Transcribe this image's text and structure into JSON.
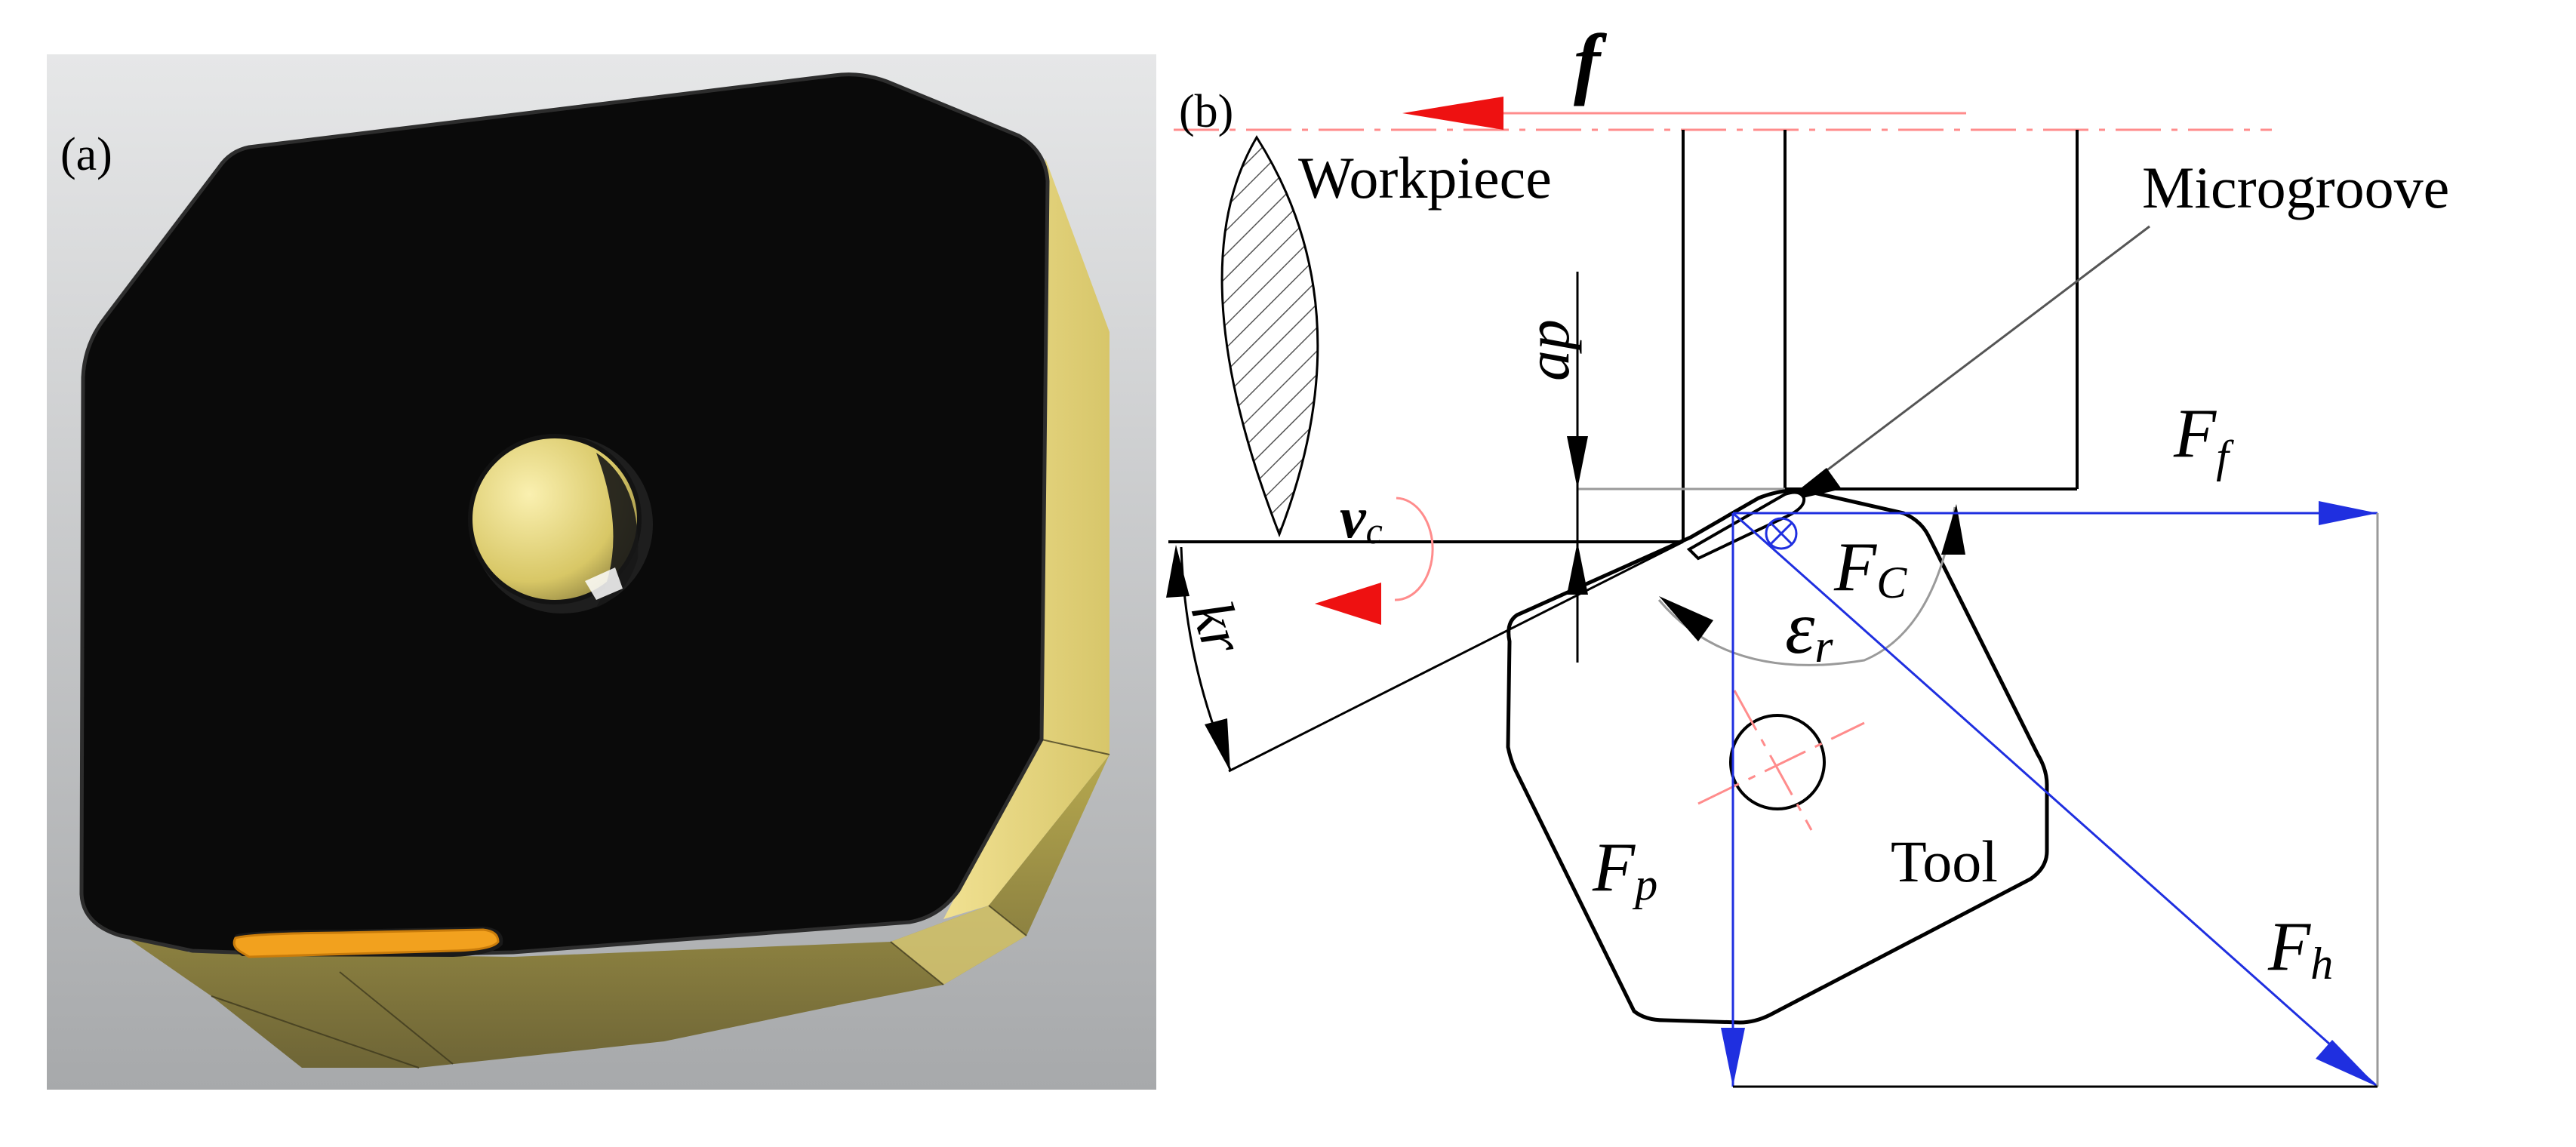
{
  "panel_a": {
    "label": "(a)",
    "colors": {
      "background_light": "#e6e7e8",
      "background_dark": "#a7a9ab",
      "top_face": "#0a0a0a",
      "side_light": "#f1e192",
      "side_mid": "#d7c66a",
      "side_dark": "#6e6536",
      "microgroove": "#f2a11e"
    }
  },
  "panel_b": {
    "label": "(b)",
    "labels": {
      "feed": "f",
      "workpiece": "Workpiece",
      "microgroove": "Microgroove",
      "depth_of_cut": "ap",
      "cutting_speed_main": "v",
      "cutting_speed_sub": "c",
      "feed_force_main": "F",
      "feed_force_sub": "f",
      "cutting_force_main": "F",
      "cutting_force_sub": "C",
      "tool_angle_main": "ε",
      "tool_angle_sub": "r",
      "entering_angle": "kr",
      "radial_force_main": "F",
      "radial_force_sub": "p",
      "tool": "Tool",
      "resultant_force_main": "F",
      "resultant_force_sub": "h"
    },
    "colors": {
      "line": "#000000",
      "force_vector": "#1f2fe0",
      "feed_arrow": "#ee1111",
      "hatch": "#555555",
      "construction": "#ff8c8c",
      "guide": "#9a9a9a"
    }
  }
}
